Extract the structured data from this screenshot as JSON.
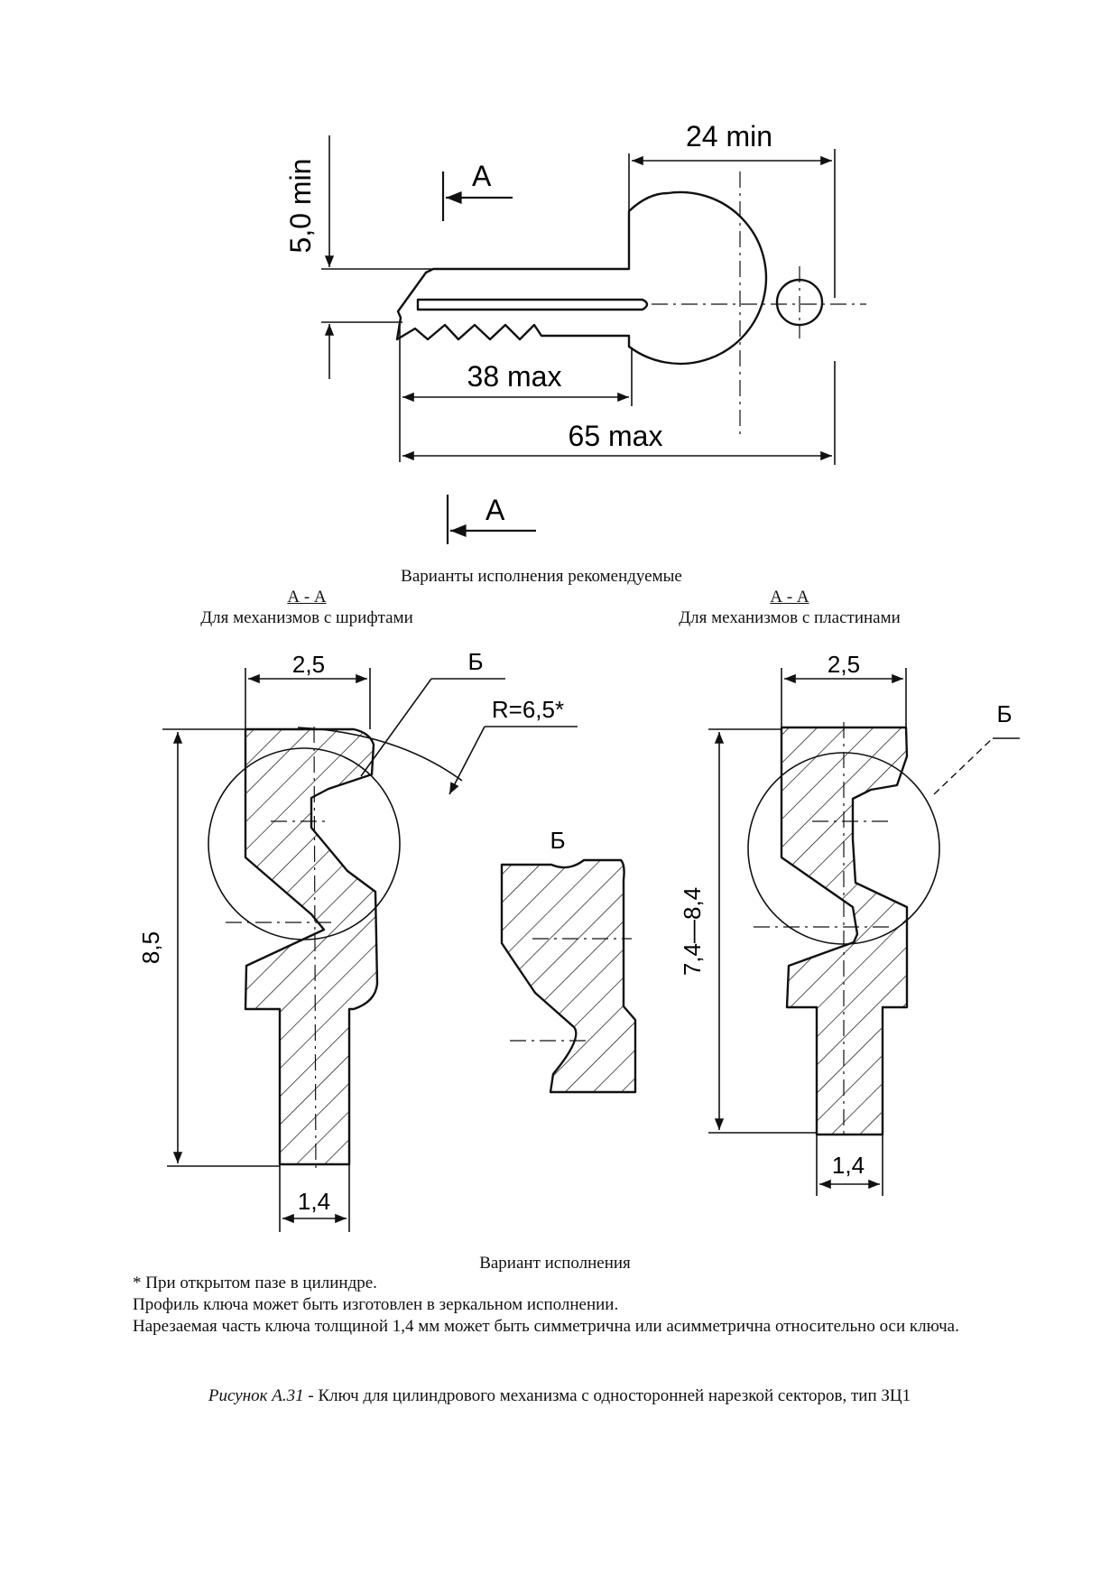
{
  "key_drawing": {
    "dim_width": "24 min",
    "dim_thickness": "5,0 min",
    "dim_cut_length": "38 max",
    "dim_total_length": "65 max",
    "section_mark": "А"
  },
  "headings": {
    "variants_recommended": "Варианты исполнения рекомендуемые",
    "left": {
      "section": "А - А",
      "label": "Для механизмов с шрифтами"
    },
    "right": {
      "section": "А - А",
      "label": "Для механизмов с пластинами"
    }
  },
  "left_profile": {
    "dim_top": "2,5",
    "dim_height": "8,5",
    "dim_bottom": "1,4",
    "detail_mark": "Б",
    "radius": "R=6,5*"
  },
  "detail": {
    "mark": "Б"
  },
  "right_profile": {
    "dim_top": "2,5",
    "dim_height": "7,4—8,4",
    "dim_bottom": "1,4",
    "detail_mark": "Б"
  },
  "variant_label": "Вариант исполнения",
  "notes": [
    "* При открытом пазе в цилиндре.",
    "Профиль ключа может быть изготовлен в зеркальном исполнении.",
    "Нарезаемая часть ключа толщиной 1,4 мм может быть симметрична или асимметрична относительно оси ключа."
  ],
  "caption": {
    "figure": "Рисунок А.31",
    "separator": " - ",
    "text": "Ключ для цилиндрового механизма с односторонней нарезкой секторов, тип ЗЦ1"
  }
}
